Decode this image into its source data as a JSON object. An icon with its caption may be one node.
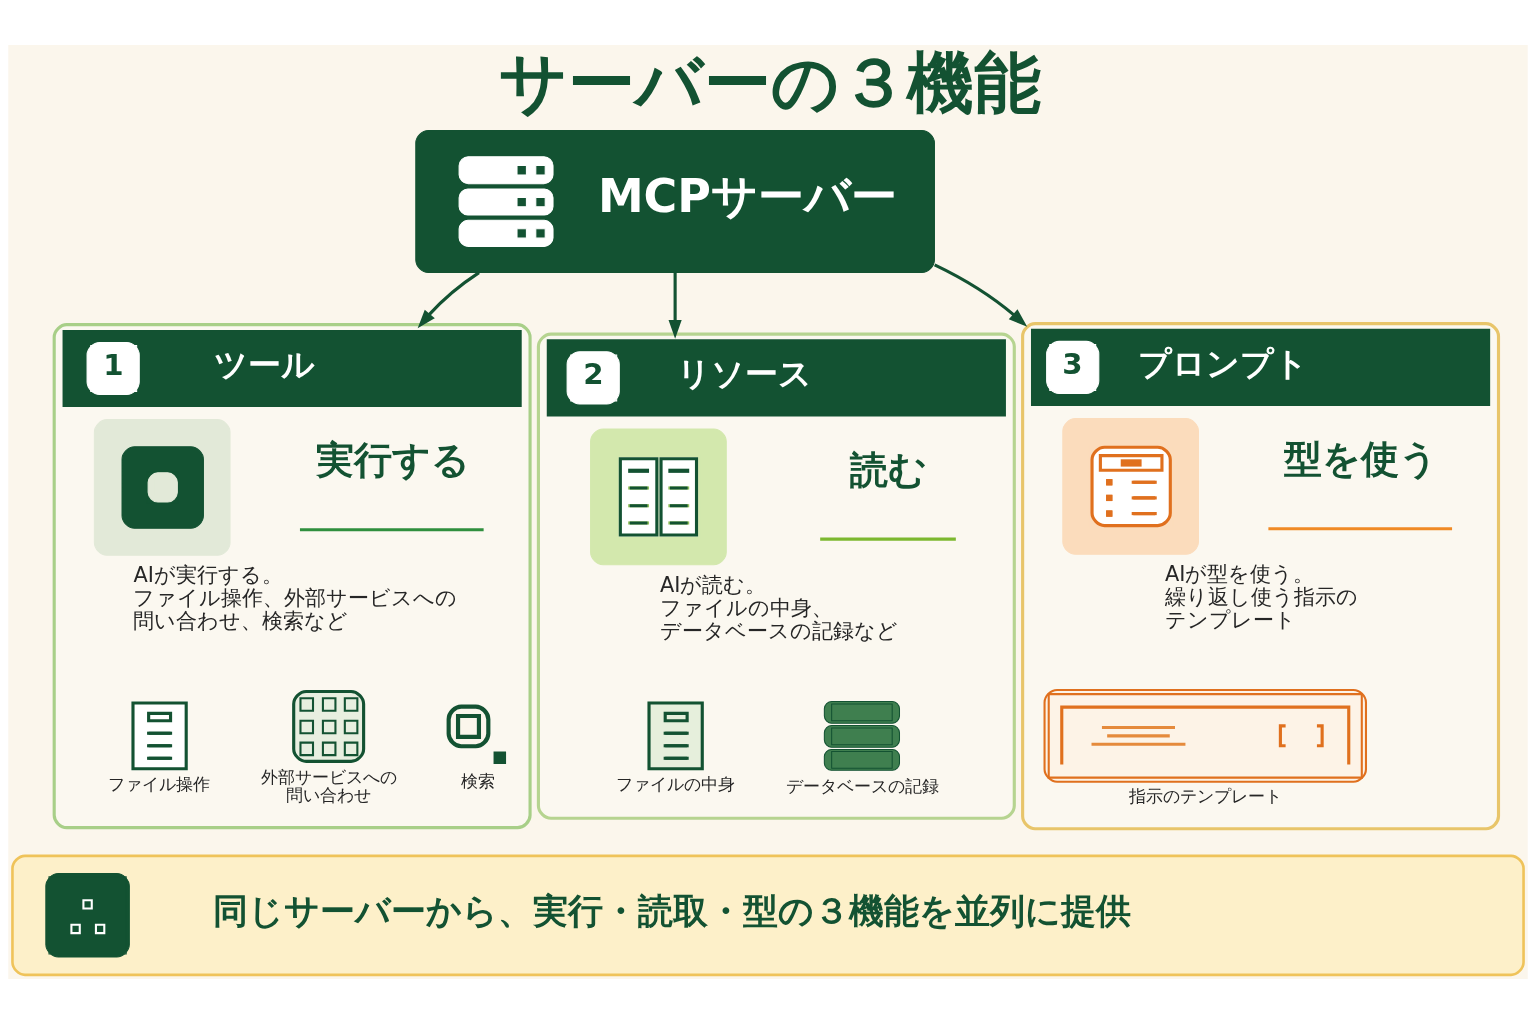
{
  "diagram": {
    "title": "サーバーの３機能",
    "nodes": [
      {
        "text": [
          "MCPサーバー"
        ]
      },
      {
        "text": [
          "1",
          "ツール",
          "実行する",
          "AIが実行する。ファイル操作、外部サービスへの問い合わせ、検索など"
        ]
      },
      {
        "text": [
          "ファイル操作"
        ],
        "in": 1
      },
      {
        "text": [
          "外部サービスへの問い合わせ"
        ],
        "in": 1
      },
      {
        "text": [
          "検索"
        ],
        "in": 1
      },
      {
        "text": [
          "2",
          "リソース",
          "読む",
          "AIが読む。ファイルの中身、データベースの記録など"
        ]
      },
      {
        "text": [
          "ファイルの中身"
        ],
        "in": 5
      },
      {
        "text": [
          "データベースの記録"
        ],
        "in": 5
      },
      {
        "text": [
          "3",
          "プロンプト",
          "型を使う",
          "AIが型を使う。繰り返し使う指示のテンプレート"
        ]
      },
      {
        "text": [
          "指示のテンプレート"
        ],
        "in": 8
      },
      {
        "text": [
          "同じサーバーから、実行・読取・型の３機能を並列に提供"
        ]
      }
    ],
    "edges": [
      {
        "from": 0,
        "to": 1,
        "arrow": "to"
      },
      {
        "from": 0,
        "to": 5,
        "arrow": "to"
      },
      {
        "from": 0,
        "to": 8,
        "arrow": "to"
      }
    ]
  }
}
